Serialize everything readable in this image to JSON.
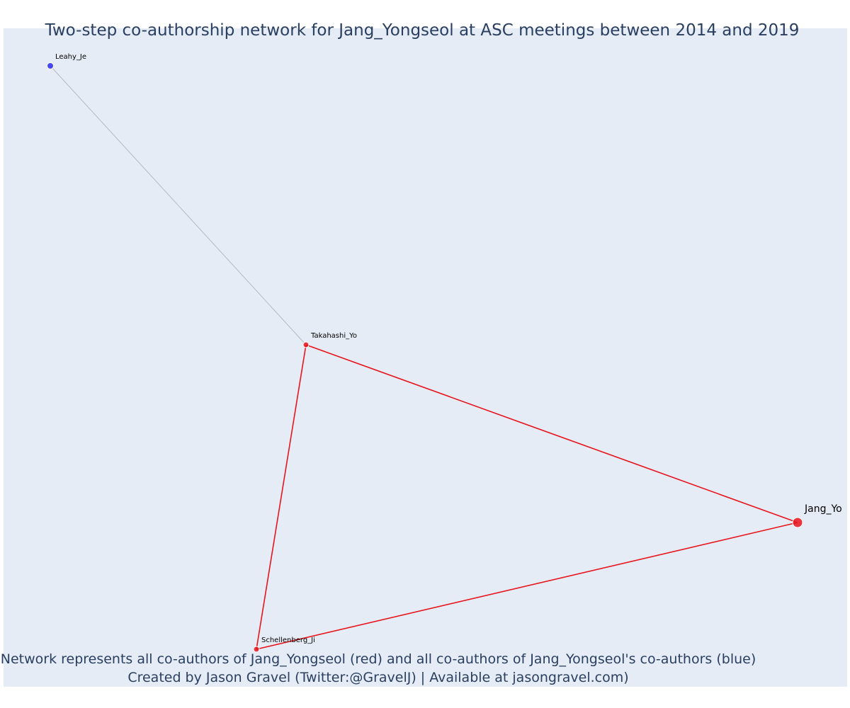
{
  "title": "Two-step co-authorship network for Jang_Yongseol at ASC meetings between 2014 and 2019",
  "caption": {
    "line1": "Network represents all co-authors of Jang_Yongseol (red) and all co-authors of Jang_Yongseol's co-authors (blue)",
    "line2": "Created by Jason Gravel (Twitter:@GravelJ) | Available at jasongravel.com)"
  },
  "colors": {
    "background": "#e5ecf6",
    "first_degree": "#e8141c",
    "second_degree": "#2b2bf5",
    "second_degree_edge": "#b4b9c7",
    "text": "#2a3f5f"
  },
  "nodes": [
    {
      "id": "jang",
      "label": "Jang_Yo",
      "group": "focal"
    },
    {
      "id": "takahashi",
      "label": "Takahashi_Yo",
      "group": "first_degree"
    },
    {
      "id": "schellenberg",
      "label": "Schellenberg_Ji",
      "group": "first_degree"
    },
    {
      "id": "leahy",
      "label": "Leahy_Je",
      "group": "second_degree"
    }
  ],
  "edges": [
    {
      "source": "takahashi",
      "target": "jang",
      "group": "first_degree"
    },
    {
      "source": "schellenberg",
      "target": "jang",
      "group": "first_degree"
    },
    {
      "source": "takahashi",
      "target": "schellenberg",
      "group": "first_degree"
    },
    {
      "source": "leahy",
      "target": "takahashi",
      "group": "second_degree"
    }
  ]
}
